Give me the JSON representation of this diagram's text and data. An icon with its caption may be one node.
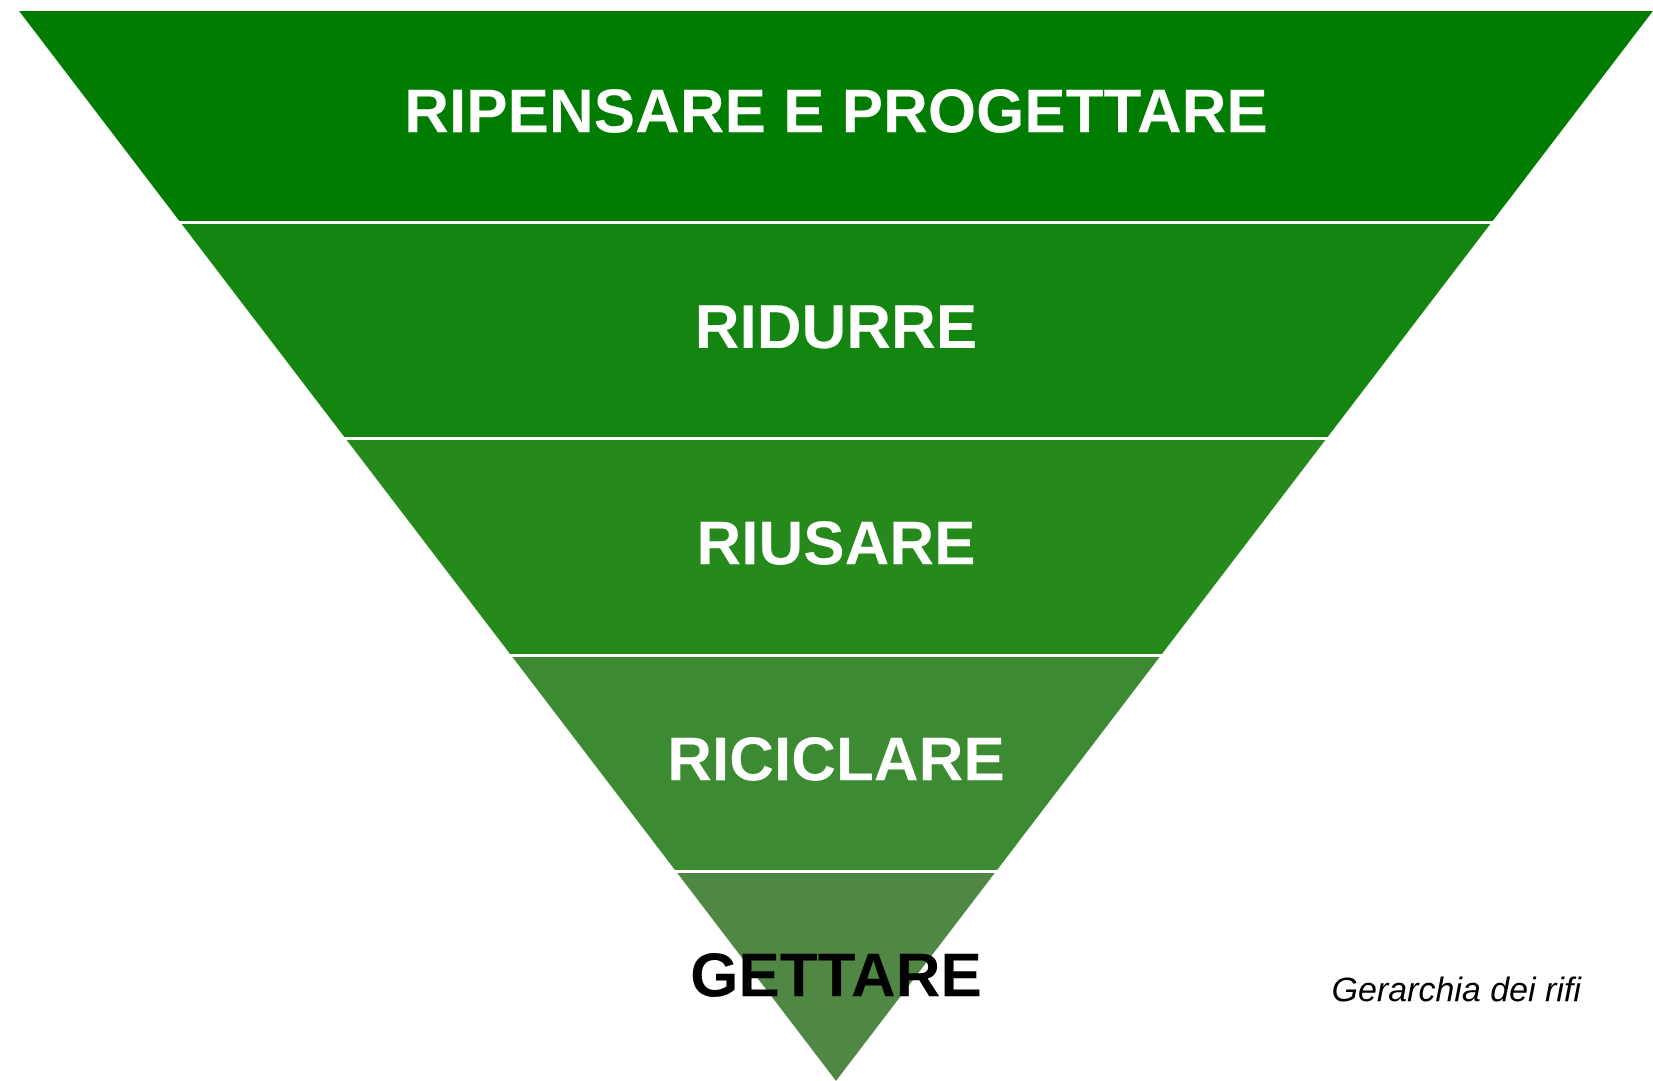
{
  "diagram": {
    "nodes": [
      {
        "text": [
          "RIPENSARE E PROGETTARE"
        ]
      },
      {
        "text": [
          "RIDURRE"
        ]
      },
      {
        "text": [
          "RIUSARE"
        ]
      },
      {
        "text": [
          "RICICLARE"
        ]
      },
      {
        "text": [
          "GETTARE"
        ]
      }
    ],
    "labels": [
      "Gerarchia dei rifi"
    ]
  }
}
